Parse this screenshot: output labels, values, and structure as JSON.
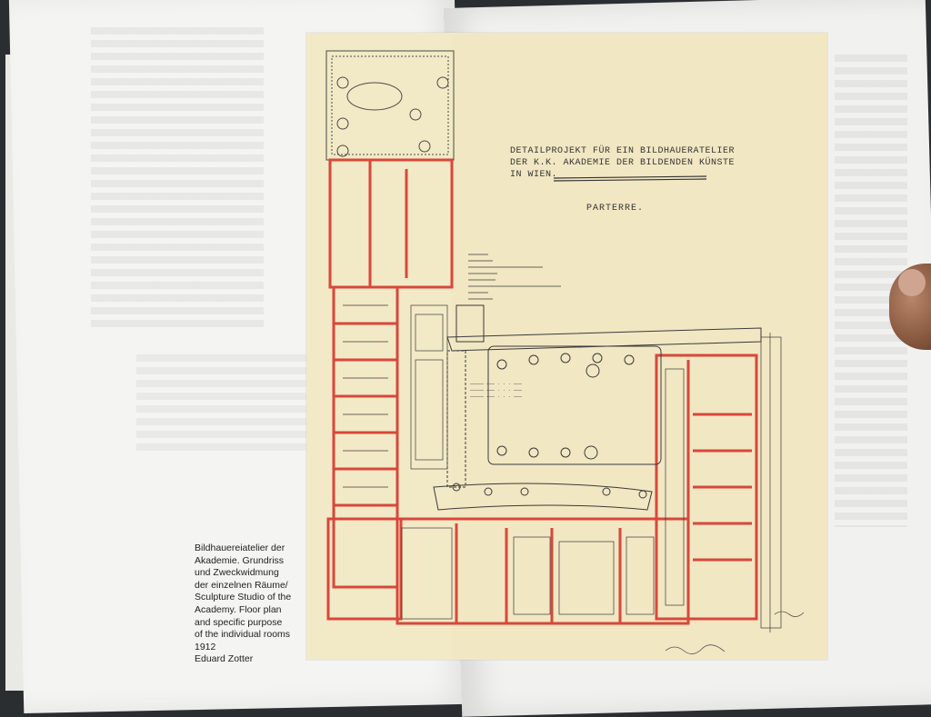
{
  "caption": {
    "lines": [
      "Bildhauereiatelier der",
      "Akademie. Grundriss",
      "und Zweckwidmung",
      "der einzelnen Räume/",
      "Sculpture Studio of the",
      "Academy. Floor plan",
      "and specific purpose",
      "of the individual rooms",
      "1912",
      "Eduard Zotter"
    ]
  },
  "plan": {
    "title_lines": [
      "DETAILPROJEKT FÜR EIN BILDHAUERATELIER",
      "DER K.K. AKADEMIE DER BILDENDEN KÜNSTE",
      "IN WIEN."
    ],
    "sheet_label": "PARTERRE.",
    "colors": {
      "paper": "#f2e9c6",
      "walls": "#d9473a",
      "ink": "#3a3a3a"
    }
  }
}
